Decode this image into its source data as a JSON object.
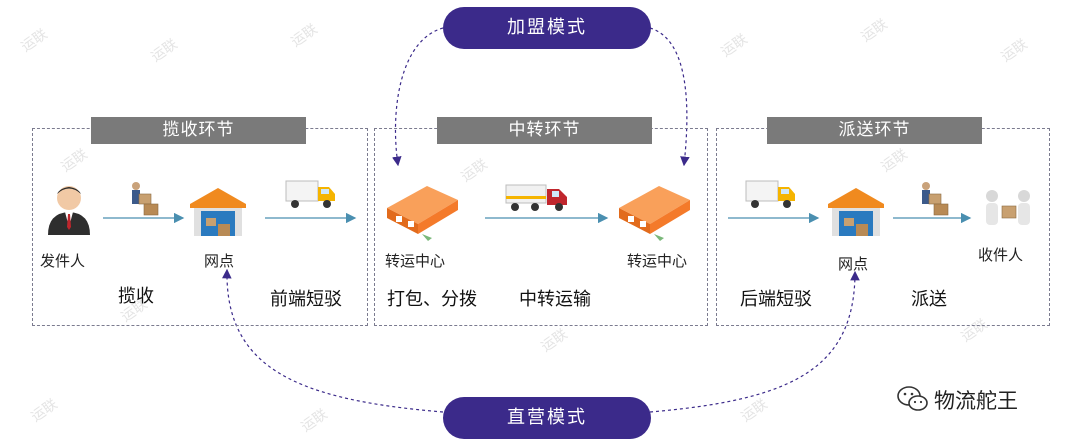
{
  "modes": {
    "top": "加盟模式",
    "bottom": "直营模式"
  },
  "sections": [
    {
      "title": "揽收环节"
    },
    {
      "title": "中转环节"
    },
    {
      "title": "派送环节"
    }
  ],
  "labels": {
    "sender": "发件人",
    "outlet_left": "网点",
    "hub_left": "转运中心",
    "hub_right": "转运中心",
    "outlet_right": "网点",
    "receiver": "收件人"
  },
  "steps": {
    "pickup": "揽收",
    "front_shuttle": "前端短驳",
    "pack_sort": "打包、分拨",
    "transfer_transport": "中转运输",
    "back_shuttle": "后端短驳",
    "delivery": "派送"
  },
  "brand": {
    "text": "物流舵王",
    "icon": "wechat-icon"
  },
  "watermark": {
    "text": "运联"
  },
  "colors": {
    "pill": "#3b2a8a",
    "section_title_bg": "#7a7a7a",
    "arrow": "#4a8fb0",
    "warehouse_roof": "#f08a1f",
    "warehouse_door": "#2a7abf",
    "hub_orange": "#f47a2a"
  }
}
